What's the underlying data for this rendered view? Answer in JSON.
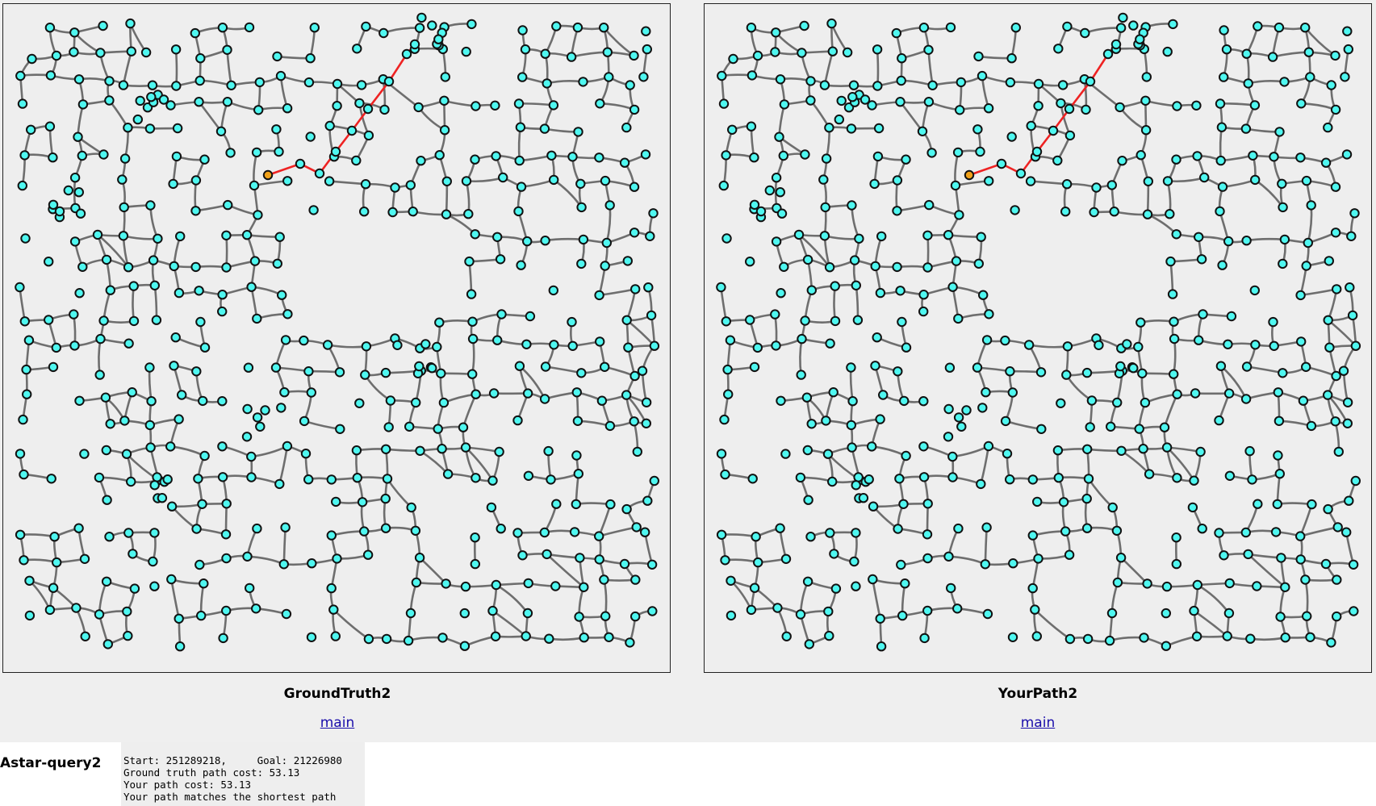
{
  "panels": [
    {
      "id": "left",
      "caption": "GroundTruth2",
      "link": "main"
    },
    {
      "id": "right",
      "caption": "YourPath2",
      "link": "main"
    }
  ],
  "colors": {
    "background": "#efefef",
    "edge": "#6e6e6e",
    "node_fill": "#4ff7f0",
    "node_stroke": "#111111",
    "path": "#ee2222",
    "start_node": "#f0a11a"
  },
  "query": {
    "title": "Astar-query2",
    "start_line": "Start: 251289218,     Goal: 21226980",
    "gt_cost_line": "Ground truth path cost: 53.13",
    "your_cost_line": "Your path cost: 53.13",
    "match_line": "Your path matches the shortest path"
  }
}
